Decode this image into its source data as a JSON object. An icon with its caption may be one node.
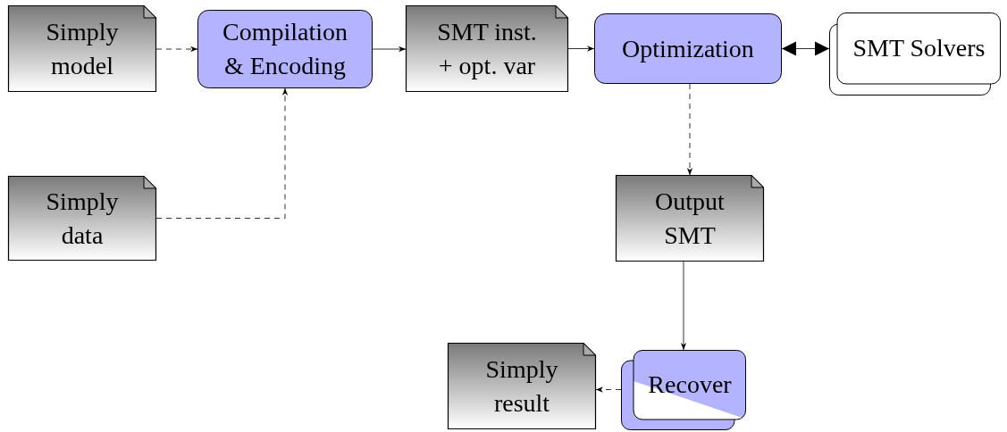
{
  "diagram": {
    "nodes": [
      {
        "text": [
          "Simply model"
        ]
      },
      {
        "text": [
          "Compilation & Encoding"
        ]
      },
      {
        "text": [
          "SMT inst. + opt. var"
        ]
      },
      {
        "text": [
          "Optimization"
        ]
      },
      {
        "text": [
          "SMT Solvers"
        ]
      },
      {
        "text": [
          "Simply data"
        ]
      },
      {
        "text": [
          "Output SMT"
        ]
      },
      {
        "text": [
          "Recover"
        ]
      },
      {
        "text": [
          "Simply result"
        ]
      }
    ],
    "edges": [
      {
        "from": 0,
        "to": 1,
        "arrow": "to",
        "style": "dashed"
      },
      {
        "from": 1,
        "to": 2,
        "arrow": "to"
      },
      {
        "from": 2,
        "to": 3,
        "arrow": "to"
      },
      {
        "from": 3,
        "to": 4,
        "arrow": "both"
      },
      {
        "from": 5,
        "to": 1,
        "arrow": "to",
        "style": "dashed"
      },
      {
        "from": 3,
        "to": 6,
        "arrow": "to",
        "style": "dashed"
      },
      {
        "from": 6,
        "to": 7,
        "arrow": "to"
      },
      {
        "from": 7,
        "to": 8,
        "arrow": "to",
        "style": "dashed"
      }
    ]
  }
}
